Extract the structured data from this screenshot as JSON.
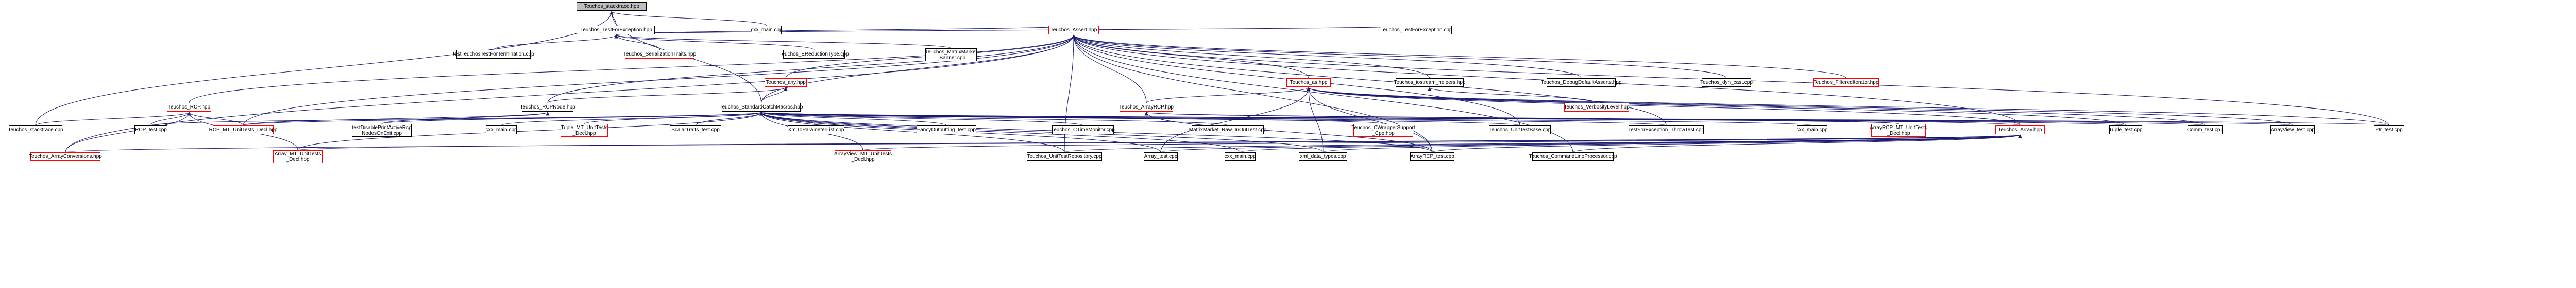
{
  "nodes": [
    {
      "id": "stacktrace_hpp",
      "label": "Teuchos_stacktrace.hpp",
      "style": "gray"
    },
    {
      "id": "TestForException_hpp",
      "label": "Teuchos_TestForException.hpp",
      "style": "black"
    },
    {
      "id": "cxx_main_cpp_top",
      "label": "cxx_main.cpp",
      "style": "black"
    },
    {
      "id": "testTestForTermination_cpp",
      "label": "testTeuchosTestForTermination.cpp",
      "style": "black"
    },
    {
      "id": "SerializationTraits_hpp",
      "label": "Teuchos_SerializationTraits.hpp",
      "style": "red"
    },
    {
      "id": "EReductionType_cpp",
      "label": "Teuchos_EReductionType.cpp",
      "style": "black"
    },
    {
      "id": "MatrixMarket_Banner_cpp",
      "label": "Teuchos_MatrixMarket\n_Banner.cpp",
      "style": "black"
    },
    {
      "id": "Assert_hpp",
      "label": "Teuchos_Assert.hpp",
      "style": "red"
    },
    {
      "id": "TestForException_cpp",
      "label": "Teuchos_TestForException.cpp",
      "style": "black"
    },
    {
      "id": "any_hpp",
      "label": "Teuchos_any.hpp",
      "style": "red"
    },
    {
      "id": "RCP_hpp",
      "label": "Teuchos_RCP.hpp",
      "style": "red"
    },
    {
      "id": "RCPNode_hpp",
      "label": "Teuchos_RCPNode.hpp",
      "style": "black"
    },
    {
      "id": "StandardCatchMacros_hpp",
      "label": "Teuchos_StandardCatchMacros.hpp",
      "style": "black"
    },
    {
      "id": "as_hpp",
      "label": "Teuchos_as.hpp",
      "style": "red"
    },
    {
      "id": "iostream_helpers_hpp",
      "label": "Teuchos_iostream_helpers.hpp",
      "style": "black"
    },
    {
      "id": "DebugDefaultAsserts_hpp",
      "label": "Teuchos_DebugDefaultAsserts.hpp",
      "style": "black"
    },
    {
      "id": "dyn_cast_cpp",
      "label": "Teuchos_dyn_cast.cpp",
      "style": "black"
    },
    {
      "id": "FilteredIterator_hpp",
      "label": "Teuchos_FilteredIterator.hpp",
      "style": "red"
    },
    {
      "id": "VerbosityLevel_hpp",
      "label": "Teuchos_VerbosityLevel.hpp",
      "style": "red"
    },
    {
      "id": "ArrayRCP_hpp",
      "label": "Teuchos_ArrayRCP.hpp",
      "style": "red"
    },
    {
      "id": "stacktrace_cpp",
      "label": "Teuchos_stacktrace.cpp",
      "style": "black"
    },
    {
      "id": "RCP_test_cpp",
      "label": "RCP_test.cpp",
      "style": "black"
    },
    {
      "id": "RCP_MT_UnitTests_Decl_hpp",
      "label": "RCP_MT_UnitTests_Decl.hpp",
      "style": "red"
    },
    {
      "id": "testDisablePrintActiveRcpNodesOnExit_cpp",
      "label": "testDisablePrintActiveRcp\nNodesOnExit.cpp",
      "style": "black"
    },
    {
      "id": "cxx_main_cpp_mid",
      "label": "cxx_main.cpp",
      "style": "black"
    },
    {
      "id": "Tuple_MT_UnitTests_Decl_hpp",
      "label": "Tuple_MT_UnitTests\n_Decl.hpp",
      "style": "red"
    },
    {
      "id": "ScalarTraits_test_cpp",
      "label": "ScalarTraits_test.cpp",
      "style": "black"
    },
    {
      "id": "XmlToParameterList_cpp",
      "label": "XmlToParameterList.cpp",
      "style": "black"
    },
    {
      "id": "FancyOutputting_test_cpp",
      "label": "FancyOutputting_test.cpp",
      "style": "black"
    },
    {
      "id": "CTimeMonitor_cpp",
      "label": "Teuchos_CTimeMonitor.cpp",
      "style": "black"
    },
    {
      "id": "MatrixMarket_Raw_InOutTest_cpp",
      "label": "MatrixMarket_Raw_InOutTest.cpp",
      "style": "black"
    },
    {
      "id": "CWrapperSupport_Cpp_hpp",
      "label": "Teuchos_CWrapperSupport\n_Cpp.hpp",
      "style": "red"
    },
    {
      "id": "UnitTestBase_cpp",
      "label": "Teuchos_UnitTestBase.cpp",
      "style": "black"
    },
    {
      "id": "TestForException_ThrowTest_cpp",
      "label": "TestForException_ThrowTest.cpp",
      "style": "black"
    },
    {
      "id": "cxx_main_cpp_mid2",
      "label": "cxx_main.cpp",
      "style": "black"
    },
    {
      "id": "ArrayRCP_MT_UnitTests_Decl_hpp",
      "label": "ArrayRCP_MT_UnitTests\n_Decl.hpp",
      "style": "red"
    },
    {
      "id": "Array_hpp",
      "label": "Teuchos_Array.hpp",
      "style": "red"
    },
    {
      "id": "Tuple_test_cpp",
      "label": "Tuple_test.cpp",
      "style": "black"
    },
    {
      "id": "Comm_test_cpp",
      "label": "Comm_test.cpp",
      "style": "black"
    },
    {
      "id": "ArrayView_test_cpp",
      "label": "ArrayView_test.cpp",
      "style": "black"
    },
    {
      "id": "Ptr_test_cpp",
      "label": "Ptr_test.cpp",
      "style": "black"
    },
    {
      "id": "ArrayConversions_hpp",
      "label": "Teuchos_ArrayConversions.hpp",
      "style": "red"
    },
    {
      "id": "Array_MT_UnitTests_Decl_hpp",
      "label": "Array_MT_UnitTests\n_Decl.hpp",
      "style": "red"
    },
    {
      "id": "ArrayView_MT_UnitTests_Decl_hpp",
      "label": "ArrayView_MT_UnitTests\n_Decl.hpp",
      "style": "red"
    },
    {
      "id": "UnitTestRepository_cpp",
      "label": "Teuchos_UnitTestRepository.cpp",
      "style": "black"
    },
    {
      "id": "Array_test_cpp",
      "label": "Array_test.cpp",
      "style": "black"
    },
    {
      "id": "cxx_main_cpp_bottom",
      "label": "cxx_main.cpp",
      "style": "black"
    },
    {
      "id": "xml_data_types_cpp",
      "label": "xml_data_types.cpp",
      "style": "black"
    },
    {
      "id": "ArrayRCP_test_cpp",
      "label": "ArrayRCP_test.cpp",
      "style": "black"
    },
    {
      "id": "CommandLineProcessor_cpp",
      "label": "Teuchos_CommandLineProcessor.cpp",
      "style": "black"
    }
  ],
  "edges": [
    [
      "TestForException_hpp",
      "stacktrace_hpp"
    ],
    [
      "stacktrace_cpp",
      "stacktrace_hpp"
    ],
    [
      "cxx_main_cpp_top",
      "stacktrace_hpp"
    ],
    [
      "StandardCatchMacros_hpp",
      "stacktrace_hpp"
    ],
    [
      "testTestForTermination_cpp",
      "TestForException_hpp"
    ],
    [
      "SerializationTraits_hpp",
      "TestForException_hpp"
    ],
    [
      "EReductionType_cpp",
      "TestForException_hpp"
    ],
    [
      "MatrixMarket_Banner_cpp",
      "TestForException_hpp"
    ],
    [
      "Assert_hpp",
      "TestForException_hpp"
    ],
    [
      "TestForException_cpp",
      "TestForException_hpp"
    ],
    [
      "any_hpp",
      "Assert_hpp"
    ],
    [
      "RCP_hpp",
      "Assert_hpp"
    ],
    [
      "RCPNode_hpp",
      "Assert_hpp"
    ],
    [
      "StandardCatchMacros_hpp",
      "Assert_hpp"
    ],
    [
      "as_hpp",
      "Assert_hpp"
    ],
    [
      "iostream_helpers_hpp",
      "Assert_hpp"
    ],
    [
      "DebugDefaultAsserts_hpp",
      "Assert_hpp"
    ],
    [
      "dyn_cast_cpp",
      "Assert_hpp"
    ],
    [
      "FilteredIterator_hpp",
      "Assert_hpp"
    ],
    [
      "ArrayRCP_hpp",
      "Assert_hpp"
    ],
    [
      "Array_hpp",
      "Assert_hpp"
    ],
    [
      "Ptr_test_cpp",
      "Assert_hpp"
    ],
    [
      "UnitTestBase_cpp",
      "Assert_hpp"
    ],
    [
      "TestForException_ThrowTest_cpp",
      "Assert_hpp"
    ],
    [
      "UnitTestRepository_cpp",
      "Assert_hpp"
    ],
    [
      "ArrayRCP_test_cpp",
      "Assert_hpp"
    ],
    [
      "CommandLineProcessor_cpp",
      "Assert_hpp"
    ],
    [
      "RCP_MT_UnitTests_Decl_hpp",
      "Assert_hpp"
    ],
    [
      "ArrayConversions_hpp",
      "Assert_hpp"
    ],
    [
      "StandardCatchMacros_hpp",
      "any_hpp"
    ],
    [
      "RCPNode_hpp",
      "any_hpp"
    ],
    [
      "stacktrace_cpp",
      "RCP_hpp"
    ],
    [
      "RCP_test_cpp",
      "RCP_hpp"
    ],
    [
      "RCP_MT_UnitTests_Decl_hpp",
      "RCP_hpp"
    ],
    [
      "ArrayConversions_hpp",
      "RCP_hpp"
    ],
    [
      "Array_MT_UnitTests_Decl_hpp",
      "RCP_hpp"
    ],
    [
      "RCP_MT_UnitTests_Decl_hpp",
      "RCPNode_hpp"
    ],
    [
      "testDisablePrintActiveRcpNodesOnExit_cpp",
      "RCPNode_hpp"
    ],
    [
      "RCP_test_cpp",
      "StandardCatchMacros_hpp"
    ],
    [
      "RCP_MT_UnitTests_Decl_hpp",
      "StandardCatchMacros_hpp"
    ],
    [
      "testDisablePrintActiveRcpNodesOnExit_cpp",
      "StandardCatchMacros_hpp"
    ],
    [
      "cxx_main_cpp_mid",
      "StandardCatchMacros_hpp"
    ],
    [
      "Tuple_MT_UnitTests_Decl_hpp",
      "StandardCatchMacros_hpp"
    ],
    [
      "ScalarTraits_test_cpp",
      "StandardCatchMacros_hpp"
    ],
    [
      "XmlToParameterList_cpp",
      "StandardCatchMacros_hpp"
    ],
    [
      "FancyOutputting_test_cpp",
      "StandardCatchMacros_hpp"
    ],
    [
      "CTimeMonitor_cpp",
      "StandardCatchMacros_hpp"
    ],
    [
      "MatrixMarket_Raw_InOutTest_cpp",
      "StandardCatchMacros_hpp"
    ],
    [
      "CWrapperSupport_Cpp_hpp",
      "StandardCatchMacros_hpp"
    ],
    [
      "UnitTestBase_cpp",
      "StandardCatchMacros_hpp"
    ],
    [
      "TestForException_ThrowTest_cpp",
      "StandardCatchMacros_hpp"
    ],
    [
      "cxx_main_cpp_mid2",
      "StandardCatchMacros_hpp"
    ],
    [
      "ArrayRCP_MT_UnitTests_Decl_hpp",
      "StandardCatchMacros_hpp"
    ],
    [
      "Tuple_test_cpp",
      "StandardCatchMacros_hpp"
    ],
    [
      "Comm_test_cpp",
      "StandardCatchMacros_hpp"
    ],
    [
      "ArrayView_test_cpp",
      "StandardCatchMacros_hpp"
    ],
    [
      "Ptr_test_cpp",
      "StandardCatchMacros_hpp"
    ],
    [
      "Array_MT_UnitTests_Decl_hpp",
      "StandardCatchMacros_hpp"
    ],
    [
      "ArrayView_MT_UnitTests_Decl_hpp",
      "StandardCatchMacros_hpp"
    ],
    [
      "UnitTestRepository_cpp",
      "StandardCatchMacros_hpp"
    ],
    [
      "Array_test_cpp",
      "StandardCatchMacros_hpp"
    ],
    [
      "cxx_main_cpp_bottom",
      "StandardCatchMacros_hpp"
    ],
    [
      "xml_data_types_cpp",
      "StandardCatchMacros_hpp"
    ],
    [
      "ArrayRCP_test_cpp",
      "StandardCatchMacros_hpp"
    ],
    [
      "ArrayRCP_hpp",
      "as_hpp"
    ],
    [
      "Array_hpp",
      "as_hpp"
    ],
    [
      "Tuple_test_cpp",
      "as_hpp"
    ],
    [
      "Comm_test_cpp",
      "as_hpp"
    ],
    [
      "ArrayView_test_cpp",
      "as_hpp"
    ],
    [
      "Ptr_test_cpp",
      "as_hpp"
    ],
    [
      "Array_test_cpp",
      "as_hpp"
    ],
    [
      "xml_data_types_cpp",
      "as_hpp"
    ],
    [
      "ArrayRCP_test_cpp",
      "as_hpp"
    ],
    [
      "VerbosityLevel_hpp",
      "iostream_helpers_hpp"
    ],
    [
      "ArrayRCP_MT_UnitTests_Decl_hpp",
      "ArrayRCP_hpp"
    ],
    [
      "Array_hpp",
      "ArrayRCP_hpp"
    ],
    [
      "ArrayRCP_test_cpp",
      "ArrayRCP_hpp"
    ],
    [
      "Array_MT_UnitTests_Decl_hpp",
      "Array_hpp"
    ],
    [
      "ArrayView_MT_UnitTests_Decl_hpp",
      "Array_hpp"
    ],
    [
      "UnitTestRepository_cpp",
      "Array_hpp"
    ],
    [
      "Array_test_cpp",
      "Array_hpp"
    ],
    [
      "cxx_main_cpp_bottom",
      "Array_hpp"
    ],
    [
      "xml_data_types_cpp",
      "Array_hpp"
    ],
    [
      "ArrayRCP_test_cpp",
      "Array_hpp"
    ],
    [
      "CommandLineProcessor_cpp",
      "Array_hpp"
    ],
    [
      "ArrayConversions_hpp",
      "Array_hpp"
    ]
  ],
  "colors": {
    "edge": "#191970",
    "node_border": "#000000",
    "node_border_red": "#ff0000",
    "root_fill": "#bfbfbf",
    "background": "#ffffff"
  }
}
